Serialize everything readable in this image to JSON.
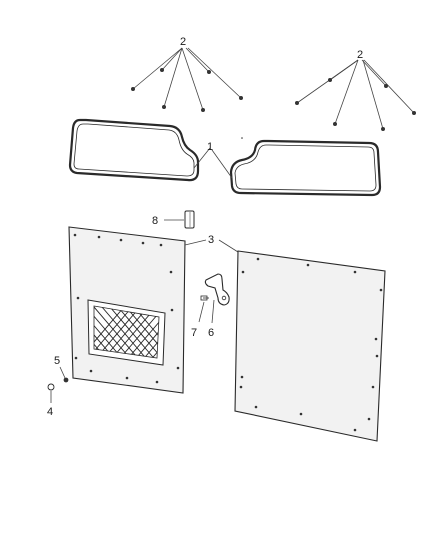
{
  "diagram": {
    "callouts": [
      "2",
      "2",
      "1",
      "8",
      "3",
      "7",
      "6",
      "5",
      "4"
    ],
    "colors": {
      "ink": "#2a2a2a",
      "paper": "#ffffff",
      "panel_fill": "#f2f2f2"
    }
  }
}
